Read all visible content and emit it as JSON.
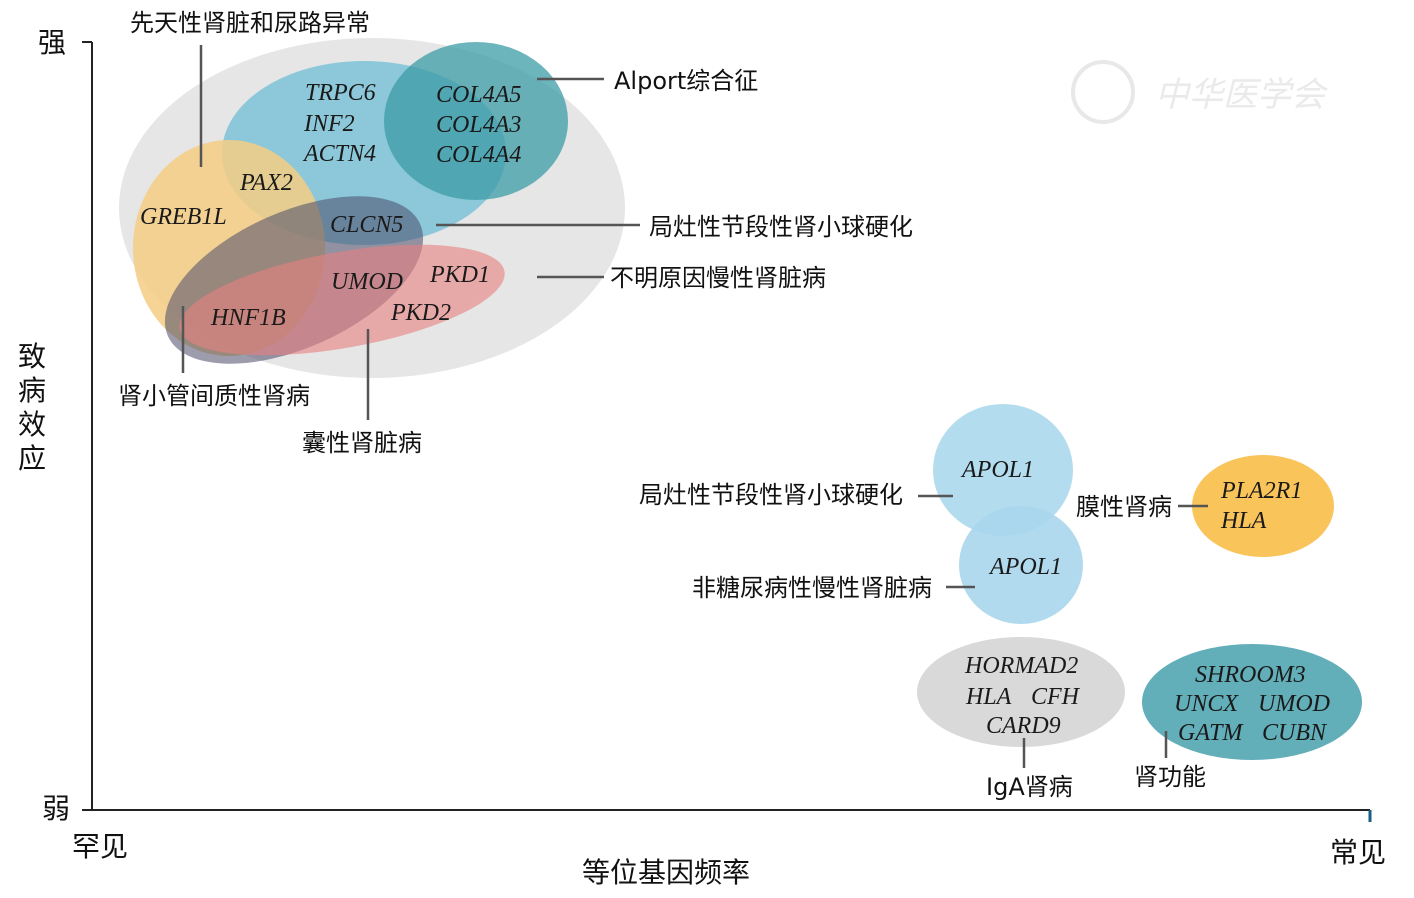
{
  "axes": {
    "y_top": "强",
    "y_bottom": "弱",
    "y_label": [
      "致",
      "病",
      "效",
      "应"
    ],
    "x_left": "罕见",
    "x_right": "常见",
    "x_label": "等位基因频率"
  },
  "watermark": "中华医学会",
  "groups": {
    "cakut": "先天性肾脏和尿路异常",
    "alport": "Alport综合征",
    "fsgs_rare": "局灶性节段性肾小球硬化",
    "ckd_unknown": "不明原因慢性肾脏病",
    "tubulointerstitial": "肾小管间质性肾病",
    "cystic": "囊性肾脏病",
    "fsgs_common": "局灶性节段性肾小球硬化",
    "nondiabetic_ckd": "非糖尿病性慢性肾脏病",
    "membranous": "膜性肾病",
    "iga": "IgA肾病",
    "kidney_function": "肾功能"
  },
  "genes": {
    "trpc6": "TRPC6",
    "inf2": "INF2",
    "actn4": "ACTN4",
    "col4a5": "COL4A5",
    "col4a3": "COL4A3",
    "col4a4": "COL4A4",
    "pax2": "PAX2",
    "greb1l": "GREB1L",
    "clcn5": "CLCN5",
    "umod": "UMOD",
    "pkd1": "PKD1",
    "pkd2": "PKD2",
    "hnf1b": "HNF1B",
    "apol1_a": "APOL1",
    "apol1_b": "APOL1",
    "pla2r1": "PLA2R1",
    "hla_m": "HLA",
    "hormad2": "HORMAD2",
    "hla_iga": "HLA",
    "cfh": "CFH",
    "card9": "CARD9",
    "shroom3": "SHROOM3",
    "uncx": "UNCX",
    "umod2": "UMOD",
    "gatm": "GATM",
    "cubn": "CUBN"
  },
  "colors": {
    "gray": "#e6e6e6",
    "lightblue": "#87c6d8",
    "teal": "#4aa3ad",
    "yellow": "#f5cd84",
    "purple": "#6e6a80",
    "pink": "#e8908f",
    "pale_blue": "#b3dcee",
    "orange": "#f9c45a",
    "igagray": "#d9d9d9",
    "kidneyteal": "#62aeb9"
  }
}
